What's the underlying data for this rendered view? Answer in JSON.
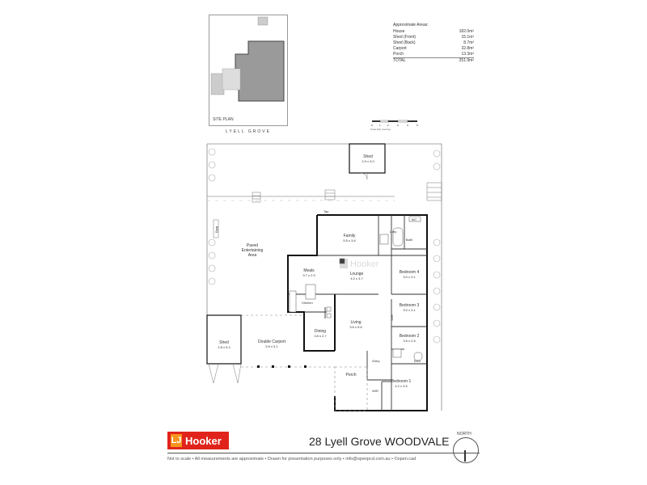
{
  "site_plan": {
    "label": "SITE PLAN",
    "street": "LYELL GROVE"
  },
  "areas": {
    "title": "Approximate Areas:",
    "rows": [
      {
        "name": "House",
        "value": "182.0m²"
      },
      {
        "name": "Shed (Front)",
        "value": "15.1m²"
      },
      {
        "name": "Shed (Back)",
        "value": "8.7m²"
      },
      {
        "name": "Carport",
        "value": "32.8m²"
      },
      {
        "name": "Porch",
        "value": "13.3m²"
      },
      {
        "name": "TOTAL",
        "value": "251.9m²"
      }
    ]
  },
  "scale": {
    "ticks": [
      "0",
      "1",
      "2",
      "3",
      "4",
      "5"
    ],
    "label": "Scale Bar (metres)"
  },
  "rooms": {
    "shed_back": {
      "name": "Shed",
      "dims": "2.9 x 3.0"
    },
    "family": {
      "name": "Family",
      "dims": "5.5 x 3.6"
    },
    "ldry": {
      "name": "L'dry"
    },
    "bath": {
      "name": "Bath"
    },
    "wc": {
      "name": "WC"
    },
    "bed4": {
      "name": "Bedroom 4",
      "dims": "3.0 x 3.1"
    },
    "meals": {
      "name": "Meals",
      "dims": "3.7 x 2.9"
    },
    "lounge": {
      "name": "Lounge",
      "dims": "4.2 x 3.7"
    },
    "kitchen": {
      "name": "Kitchen"
    },
    "bed3": {
      "name": "Bedroom 3",
      "dims": "3.0 x 3.1"
    },
    "living": {
      "name": "Living",
      "dims": "3.6 x 5.6"
    },
    "dining": {
      "name": "Dining",
      "dims": "3.8 x 2.7"
    },
    "bed2": {
      "name": "Bedroom 2",
      "dims": "3.6 x 2.5"
    },
    "entry": {
      "name": "Entry"
    },
    "ens": {
      "name": "ENS"
    },
    "porch": {
      "name": "Porch"
    },
    "bed1": {
      "name": "Bedroom 1",
      "dims": "4.2 x 3.5"
    },
    "wir": {
      "name": "WIR"
    },
    "wir_small": {
      "name": "WIR"
    },
    "shed_front": {
      "name": "Shed",
      "dims": "2.8 x 5.4"
    },
    "carport": {
      "name": "Double Carport",
      "dims": "5.9 x 5.1"
    },
    "paved": {
      "name": "Paved",
      "name2": "Entertaining",
      "name3": "Area"
    },
    "bbq": {
      "name": "BBQ"
    },
    "tap": {
      "name": "Tap"
    }
  },
  "watermark": {
    "text": "Hooker"
  },
  "footer": {
    "logo_mark": "LJ",
    "logo_text": "Hooker",
    "address": "28 Lyell Grove WOODVALE",
    "disclaimer": "Not to scale  •  All measurements are approximate  •  Drawn for presentation purposes only  •  info@openpcd.com.au  •  ©open.cad",
    "north": "NORTH"
  },
  "colors": {
    "brand_red": "#e0241b",
    "brand_orange": "#f7941d",
    "roof": "#9a9a9a",
    "wall": "#111111"
  }
}
